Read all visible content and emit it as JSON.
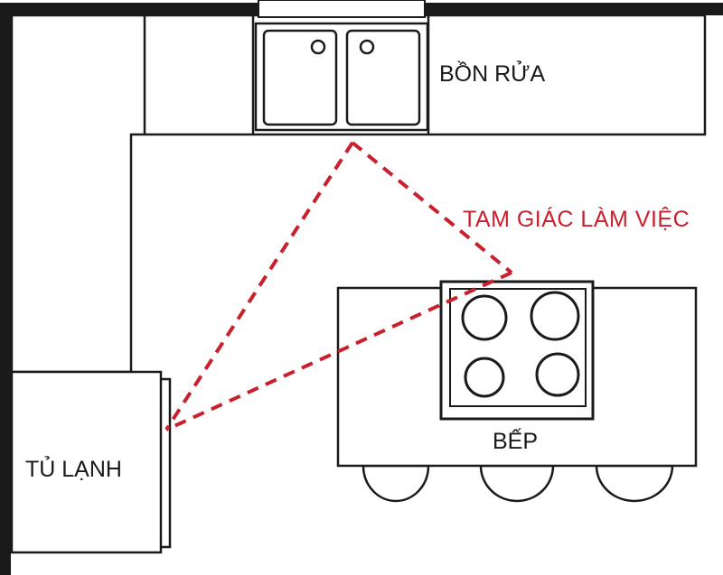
{
  "labels": {
    "sink": "BỒN RỬA",
    "triangle": "TAM GIÁC LÀM VIỆC",
    "stove": "BẾP",
    "fridge": "TỦ LẠNH"
  },
  "colors": {
    "line": "#1a1a1a",
    "accent": "#c8202c",
    "background": "#ffffff"
  }
}
